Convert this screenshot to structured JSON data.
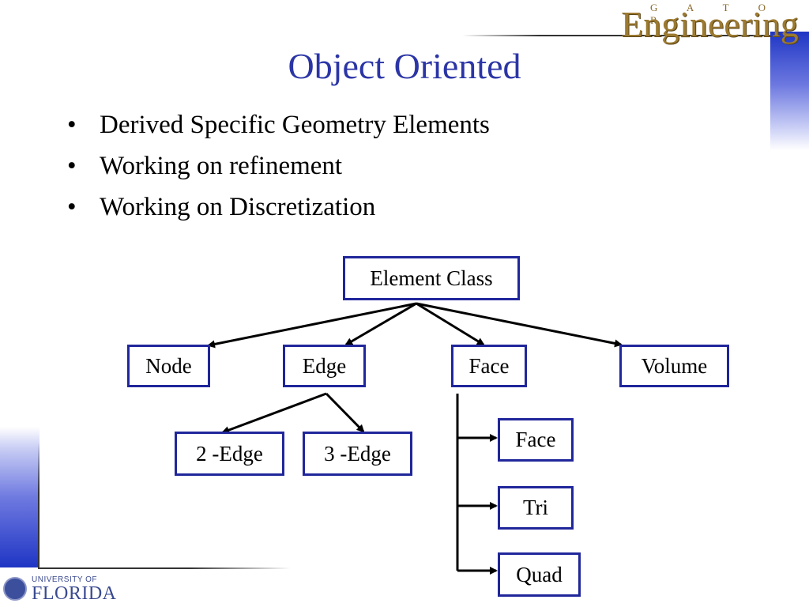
{
  "slide": {
    "title": "Object Oriented",
    "bullets": [
      "Derived Specific Geometry Elements",
      "Working on refinement",
      "Working on Discretization"
    ]
  },
  "diagram": {
    "root": "Element Class",
    "level1": [
      "Node",
      "Edge",
      "Face",
      "Volume"
    ],
    "edge_children": [
      "2 -Edge",
      "3 -Edge"
    ],
    "face_children": [
      "Face",
      "Tri",
      "Quad"
    ]
  },
  "branding": {
    "top_logo_small": "G A T O R",
    "top_logo_large": "Engineering",
    "bottom_logo_small": "UNIVERSITY OF",
    "bottom_logo_large": "FLORIDA"
  },
  "colors": {
    "title": "#2b35a6",
    "box_border": "#20269a",
    "brand_gold": "#9c7a30",
    "brand_blue": "#1f35c4"
  }
}
